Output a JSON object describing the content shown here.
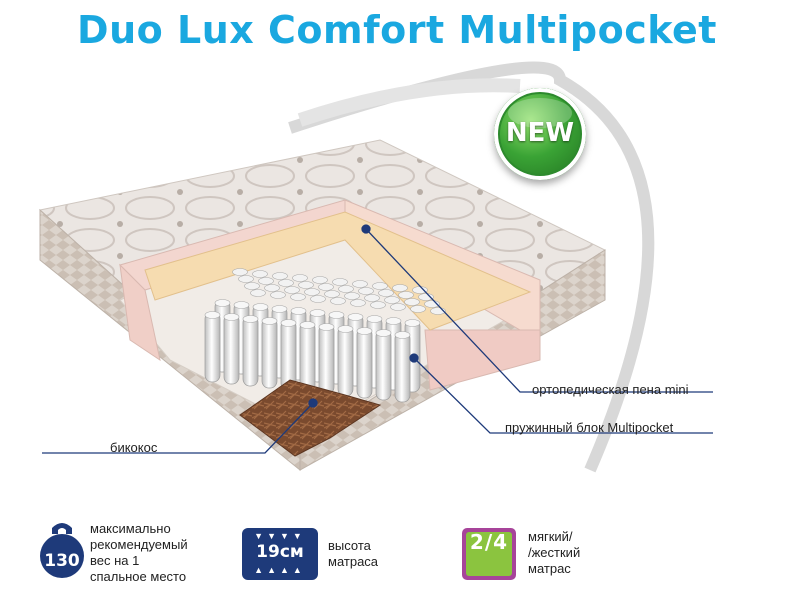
{
  "title": "Duo Lux Comfort Multipocket",
  "badge": {
    "label": "NEW"
  },
  "callouts": {
    "foam": "ортопедическая пена mini",
    "springs": "пружинный блок Multipocket",
    "coir": "бикокос"
  },
  "features": [
    {
      "icon": "weight-icon",
      "icon_text": "130",
      "lines": [
        "максимально",
        "рекомендуемый",
        "вес на 1",
        "спальное место"
      ]
    },
    {
      "icon": "height-icon",
      "icon_text": "19см",
      "lines": [
        "высота",
        "матраса"
      ]
    },
    {
      "icon": "firmness-icon",
      "icon_text": "2/4",
      "lines": [
        "мягкий/",
        "/жесткий",
        "матрас"
      ]
    }
  ],
  "colors": {
    "title": "#1aa8e0",
    "badge_green": "#3aa335",
    "leader_line": "#1e3a7a",
    "weight_icon": "#1e3a7a",
    "height_icon": "#1e3a7a",
    "firmness_icon_outer": "#a7449a",
    "firmness_icon_inner": "#8bc43f"
  }
}
